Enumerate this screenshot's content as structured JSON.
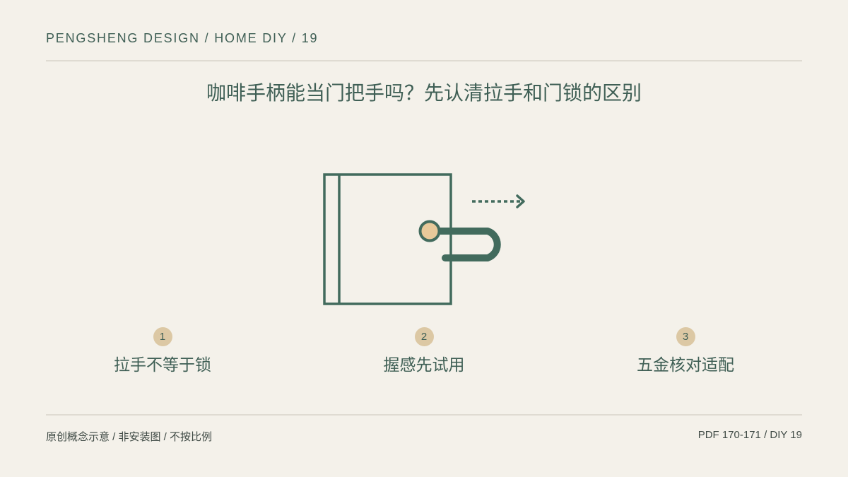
{
  "header": {
    "breadcrumb": "PENGSHENG DESIGN / HOME DIY / 19"
  },
  "title": "咖啡手柄能当门把手吗？先认清拉手和门锁的区别",
  "illustration": {
    "elements": [
      "door-panel",
      "knob",
      "u-handle",
      "pull-direction-arrow"
    ],
    "colors": {
      "stroke": "#426b5d",
      "knob": "#e8c99a",
      "background": "#f4f1ea"
    }
  },
  "steps": [
    {
      "number": "1",
      "label": "拉手不等于锁"
    },
    {
      "number": "2",
      "label": "握感先试用"
    },
    {
      "number": "3",
      "label": "五金核对适配"
    }
  ],
  "footer": {
    "left": "原创概念示意 / 非安装图 / 不按比例",
    "right": "PDF 170-171 / DIY 19"
  },
  "colors": {
    "background": "#f4f1ea",
    "text": "#3f5f55",
    "accent": "#dcc8a4",
    "divider": "#dfdbd2"
  }
}
